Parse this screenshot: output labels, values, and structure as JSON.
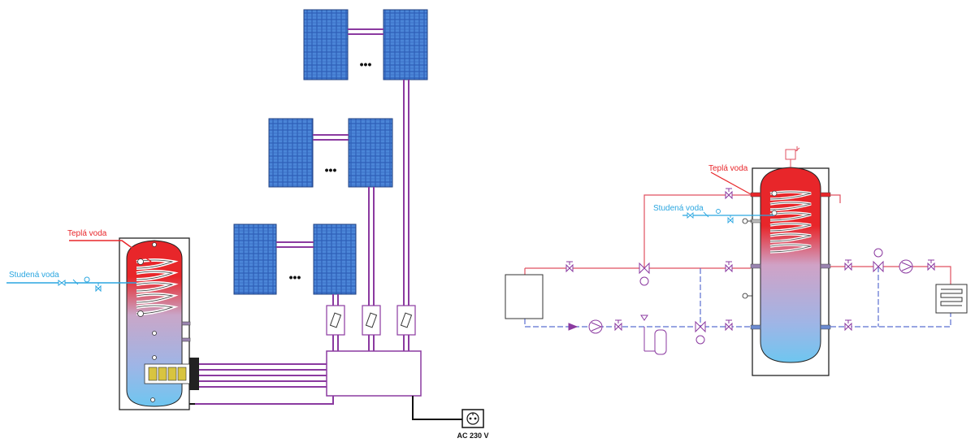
{
  "labels": {
    "left_hot_water": "Teplá voda",
    "left_cold_water": "Studená voda",
    "power_socket": "AC 230 V",
    "right_hot_water": "Teplá voda",
    "right_cold_water": "Studená voda"
  },
  "ellipsis": {
    "row1": "•••",
    "row2": "•••",
    "row3": "•••"
  },
  "colors": {
    "hot": "#e8262a",
    "cold": "#2aa6e0",
    "wiring": "#8b3aa0",
    "pipe_red": "#e05060",
    "pipe_blue": "#5a6fd0",
    "tank_top": "#e8262a",
    "tank_bottom": "#6ec6f0",
    "panel": "#3a6fc4"
  }
}
